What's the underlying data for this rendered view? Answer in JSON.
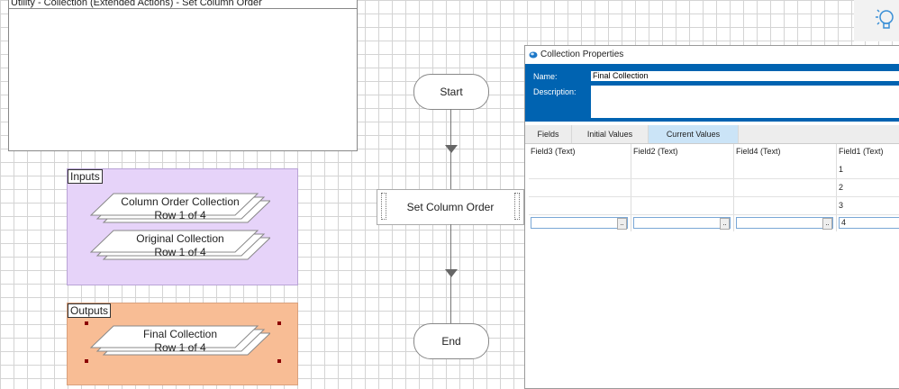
{
  "process": {
    "title": "Utility - Collection (Extended Actions) - Set Column Order"
  },
  "inputs_block": {
    "label": "Inputs",
    "items": [
      {
        "name": "Column Order Collection",
        "row": "Row 1 of 4"
      },
      {
        "name": "Original Collection",
        "row": "Row 1 of 4"
      }
    ]
  },
  "outputs_block": {
    "label": "Outputs",
    "items": [
      {
        "name": "Final Collection",
        "row": "Row 1 of 4"
      }
    ]
  },
  "flow": {
    "start": "Start",
    "action": "Set Column Order",
    "end": "End"
  },
  "dialog": {
    "title": "Collection Properties",
    "name_label": "Name:",
    "name_value": "Final Collection",
    "description_label": "Description:",
    "description_value": "",
    "tabs": [
      "Fields",
      "Initial Values",
      "Current Values"
    ],
    "active_tab": "Current Values",
    "columns": [
      "Field3  (Text)",
      "Field2  (Text)",
      "Field4  (Text)",
      "Field1  (Text)"
    ],
    "rows": [
      [
        "",
        "",
        "",
        "1"
      ],
      [
        "",
        "",
        "",
        "2"
      ],
      [
        "",
        "",
        "",
        "3"
      ],
      [
        "",
        "",
        "",
        "4"
      ]
    ],
    "ellipsis": ".."
  },
  "icons": {
    "dialog_icon": "collection-icon",
    "lightbulb": "lightbulb-icon"
  },
  "colors": {
    "inputs_bg": "#e6d3f9",
    "outputs_bg": "#f8bd95",
    "dialog_header": "#0063b1",
    "active_tab": "#cbe4f7"
  }
}
